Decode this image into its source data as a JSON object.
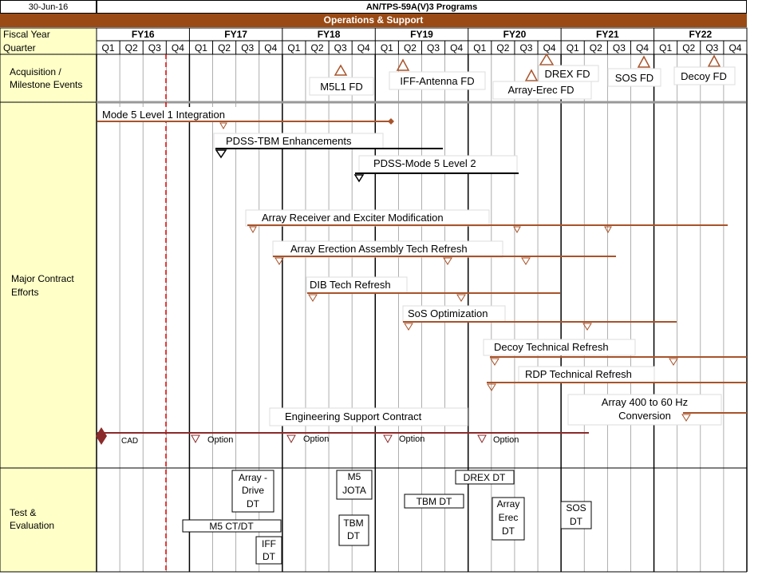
{
  "header": {
    "date": "30-Jun-16",
    "title": "AN/TPS-59A(V)3 Programs",
    "band": "Operations & Support"
  },
  "rows": {
    "fiscal_year_label": "Fiscal Year",
    "quarter_label": "Quarter",
    "acquisition_label_1": "Acquisition /",
    "acquisition_label_2": "Milestone Events",
    "contract_label_1": "Major Contract",
    "contract_label_2": "Efforts",
    "test_label_1": "Test &",
    "test_label_2": "Evaluation"
  },
  "fiscal_years": [
    "FY16",
    "FY17",
    "FY18",
    "FY19",
    "FY20",
    "FY21",
    "FY22"
  ],
  "quarters": [
    "Q1",
    "Q2",
    "Q3",
    "Q4"
  ],
  "milestones": [
    {
      "label": "M5L1 FD",
      "q": 10.5
    },
    {
      "label": "IFF-Antenna FD",
      "q": 13.5
    },
    {
      "label": "Array-Erec FD",
      "q": 18.5
    },
    {
      "label": "DREX FD",
      "q": 19.5
    },
    {
      "label": "SOS FD",
      "q": 23.5
    },
    {
      "label": "Decoy FD",
      "q": 26.5
    }
  ],
  "efforts": [
    {
      "label": "Mode 5 Level 1 Integration"
    },
    {
      "label": "PDSS-TBM Enhancements"
    },
    {
      "label": "PDSS-Mode 5 Level 2"
    },
    {
      "label": "Array Receiver and Exciter Modification"
    },
    {
      "label": "Array Erection Assembly Tech Refresh"
    },
    {
      "label": "DIB Tech Refresh"
    },
    {
      "label": "SoS Optimization"
    },
    {
      "label": "Decoy Technical Refresh"
    },
    {
      "label": "RDP Technical Refresh"
    },
    {
      "label": "Array 400 to 60 Hz",
      "label2": "Conversion"
    },
    {
      "label": "Engineering Support Contract"
    }
  ],
  "support_marks": {
    "cad": "CAD",
    "option": "Option"
  },
  "tests": [
    {
      "lines": [
        "Array -",
        "Drive",
        "DT"
      ]
    },
    {
      "lines": [
        "M5 CT/DT"
      ]
    },
    {
      "lines": [
        "IFF",
        "DT"
      ]
    },
    {
      "lines": [
        "M5",
        "JOTA"
      ]
    },
    {
      "lines": [
        "TBM",
        "DT"
      ]
    },
    {
      "lines": [
        "TBM DT"
      ]
    },
    {
      "lines": [
        "DREX DT"
      ]
    },
    {
      "lines": [
        "Array",
        "Erec",
        "DT"
      ]
    },
    {
      "lines": [
        "SOS",
        "DT"
      ]
    }
  ],
  "colors": {
    "header_band": "#9a4a14",
    "label_column": "#ffffc8",
    "bar": "#a8532a",
    "engineering_bar": "#8b2a2a",
    "current_date_line": "#e00000",
    "black_bar": "#000000"
  }
}
